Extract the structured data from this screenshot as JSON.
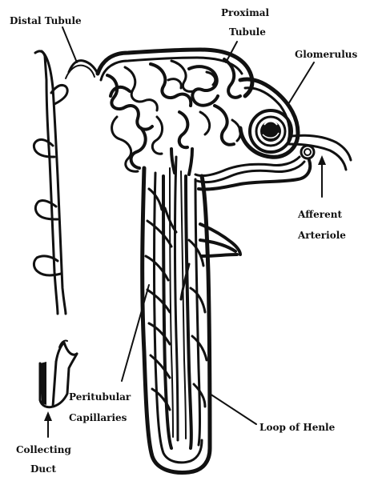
{
  "labels": {
    "distal_tubule": "Distal Tubule",
    "proximal_tubule_line1": "Proximal",
    "proximal_tubule_line2": "Tubule",
    "glomerulus": "Glomerulus",
    "afferent_line1": "Afferent",
    "afferent_line2": "Arteriole",
    "peritubular_line1": "Peritubular",
    "peritubular_line2": "Capillaries",
    "loop_of_henle": "Loop of Henle",
    "collecting_line1": "Collecting",
    "collecting_line2": "Duct"
  },
  "colors": {
    "ink": "#111111",
    "background": "#ffffff"
  }
}
